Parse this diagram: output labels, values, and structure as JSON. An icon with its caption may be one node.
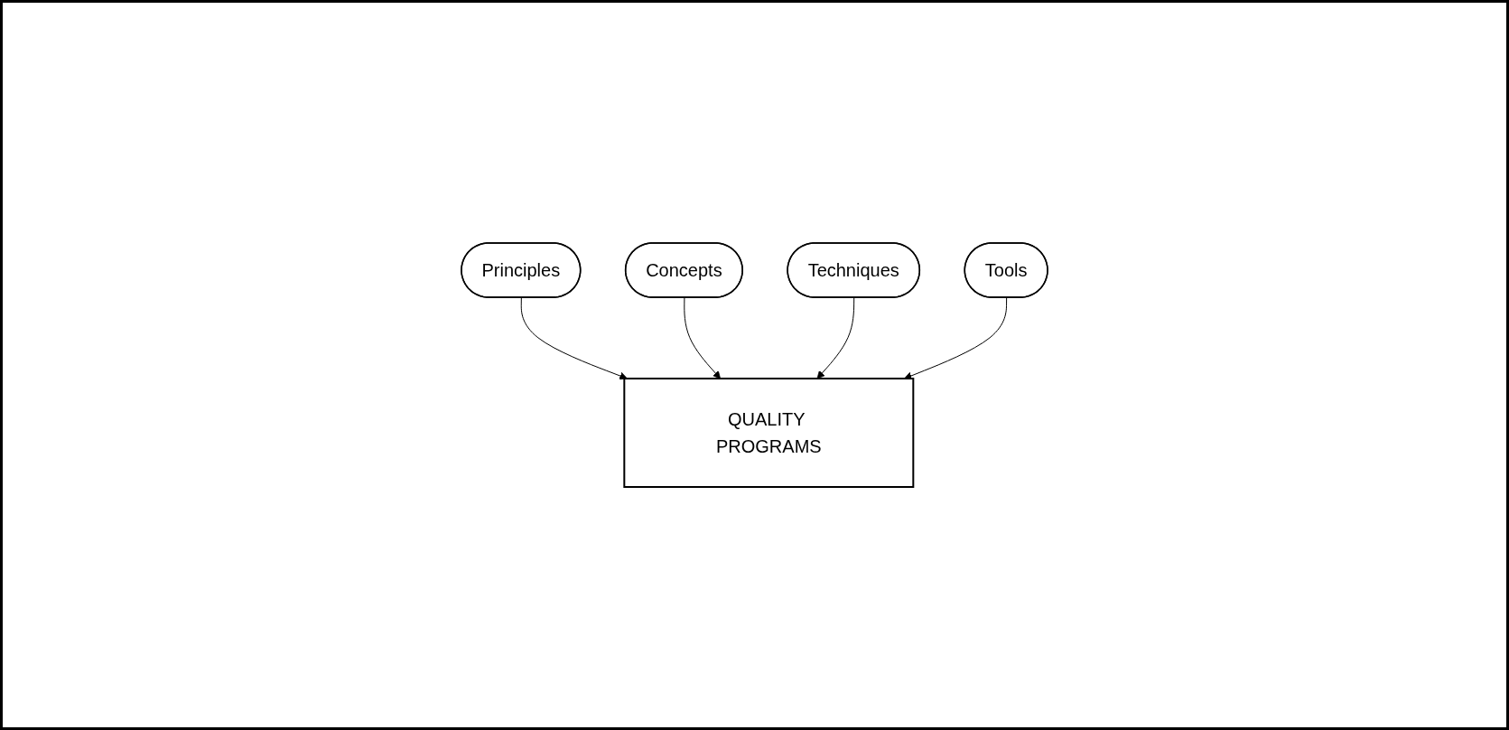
{
  "diagram": {
    "nodes": [
      {
        "text": [
          "Principles"
        ]
      },
      {
        "text": [
          "Concepts"
        ]
      },
      {
        "text": [
          "Techniques"
        ]
      },
      {
        "text": [
          "Tools"
        ]
      },
      {
        "text": [
          "QUALITY PROGRAMS"
        ]
      }
    ],
    "edges": [
      {
        "from": 0,
        "to": 4,
        "arrow": "to"
      },
      {
        "from": 1,
        "to": 4,
        "arrow": "to"
      },
      {
        "from": 2,
        "to": 4,
        "arrow": "to"
      },
      {
        "from": 3,
        "to": 4,
        "arrow": "to"
      }
    ]
  }
}
